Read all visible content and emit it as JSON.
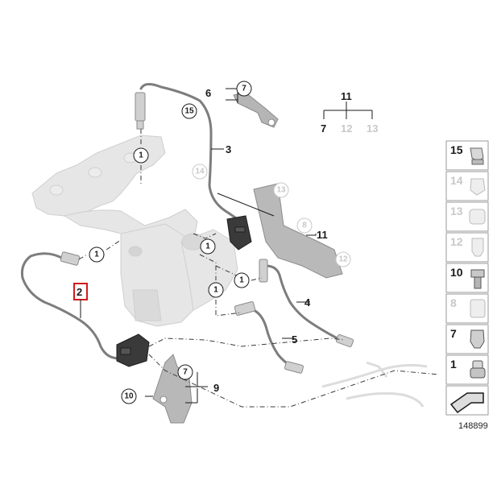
{
  "callouts": {
    "c1": "1",
    "c1b": "1",
    "c1c": "1",
    "c1d": "1",
    "c1e": "1",
    "c15": "15",
    "c14": "14",
    "c13": "13",
    "c12": "12",
    "c8": "8",
    "c7a": "7",
    "c7b": "7",
    "c10": "10"
  },
  "labels": {
    "l2": "2",
    "l3": "3",
    "l4": "4",
    "l5": "5",
    "l6": "6",
    "l9": "9",
    "l11a": "11",
    "l11b": "11",
    "l7": "7",
    "l12": "12",
    "l13": "13"
  },
  "sidebar": {
    "items": [
      {
        "num": "15",
        "active": true,
        "icon": "clip-15-icon"
      },
      {
        "num": "14",
        "active": false,
        "icon": "clip-14-icon"
      },
      {
        "num": "13",
        "active": false,
        "icon": "clip-13-icon"
      },
      {
        "num": "12",
        "active": false,
        "icon": "clip-12-icon"
      },
      {
        "num": "10",
        "active": true,
        "icon": "bolt-10-icon"
      },
      {
        "num": "8",
        "active": false,
        "icon": "sleeve-8-icon"
      },
      {
        "num": "7",
        "active": true,
        "icon": "nut-7-icon"
      },
      {
        "num": "1",
        "active": true,
        "icon": "plug-1-icon"
      }
    ]
  },
  "diagram_number": "148899",
  "colors": {
    "active": "#1a1a1a",
    "inactive": "#c8c8c8",
    "highlight": "#d11a1a"
  }
}
